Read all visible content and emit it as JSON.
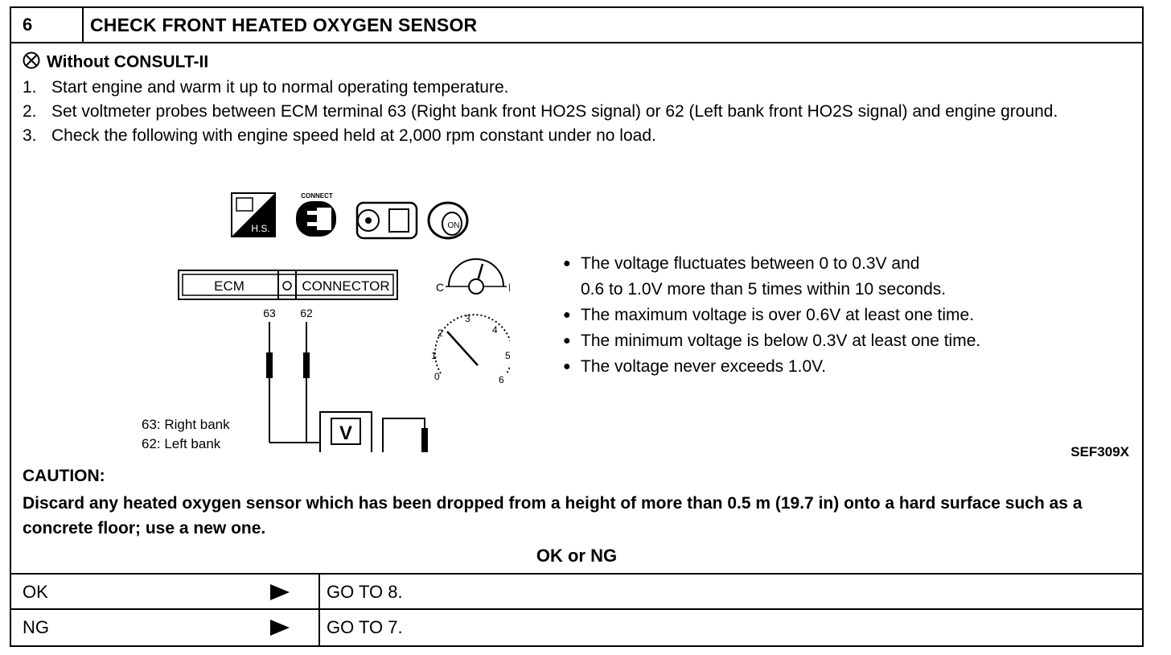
{
  "header": {
    "step_number": "6",
    "title": "CHECK FRONT HEATED OXYGEN SENSOR"
  },
  "mode": {
    "label": "Without CONSULT-II",
    "icon": "no-consult-icon"
  },
  "steps": [
    {
      "num": "1.",
      "text": "Start engine and warm it up to normal operating temperature."
    },
    {
      "num": "2.",
      "text": "Set voltmeter probes between ECM terminal 63 (Right bank front HO2S signal) or 62 (Left bank front HO2S signal) and engine ground."
    },
    {
      "num": "3.",
      "text": "Check the following with engine speed held at 2,000 rpm constant under no load."
    }
  ],
  "figure": {
    "icon_hs": "H.S.",
    "icon_connect": "CONNECT",
    "icon_on": "ON",
    "ecm_label": "ECM",
    "connector_label": "CONNECTOR",
    "terminal_a": "63",
    "terminal_b": "62",
    "meter_label": "V",
    "legend_a": "63: Right bank",
    "legend_b": "62: Left bank",
    "temp_cold": "C",
    "temp_hot": "H",
    "tach_ticks": [
      "0",
      "1",
      "2",
      "3",
      "4",
      "5",
      "6"
    ],
    "code": "SEF309X"
  },
  "checks": [
    {
      "text": "The voltage fluctuates between 0 to 0.3V and",
      "cont": "0.6 to 1.0V more than 5 times within 10 seconds."
    },
    {
      "text": "The maximum voltage is over 0.6V at least one time."
    },
    {
      "text": "The minimum voltage is below 0.3V at least one time."
    },
    {
      "text": "The voltage never exceeds 1.0V."
    }
  ],
  "caution": {
    "heading": "CAUTION:",
    "text": "Discard any heated oxygen sensor which has been dropped from a height of more than 0.5 m (19.7 in) onto a hard surface such as a concrete floor; use a new one."
  },
  "result": {
    "label": "OK or NG",
    "ok": {
      "label": "OK",
      "action": "GO TO 8."
    },
    "ng": {
      "label": "NG",
      "action": "GO TO 7."
    }
  }
}
